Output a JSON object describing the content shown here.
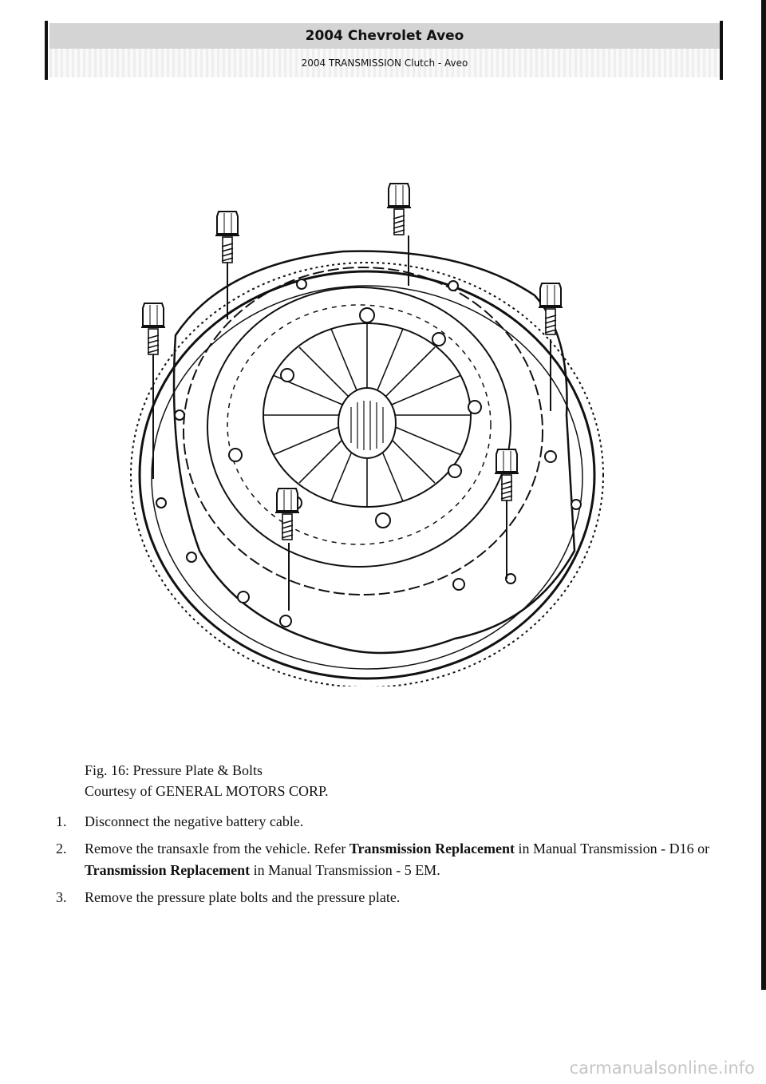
{
  "header": {
    "title": "2004 Chevrolet Aveo",
    "subtitle": "2004 TRANSMISSION Clutch - Aveo"
  },
  "figure": {
    "caption": "Fig. 16: Pressure Plate & Bolts",
    "credit": "Courtesy of GENERAL MOTORS CORP."
  },
  "steps": [
    {
      "num": "1.",
      "text": "Disconnect the negative battery cable."
    },
    {
      "num": "2.",
      "text_a": "Remove the transaxle from the vehicle. Refer ",
      "link_a": "Transmission Replacement",
      "text_b": " in Manual Transmission - D16 or ",
      "link_b": "Transmission Replacement",
      "text_c": " in Manual Transmission - 5 EM."
    },
    {
      "num": "3.",
      "text": "Remove the pressure plate bolts and the pressure plate."
    }
  ],
  "watermark": "carmanualsonline.info"
}
